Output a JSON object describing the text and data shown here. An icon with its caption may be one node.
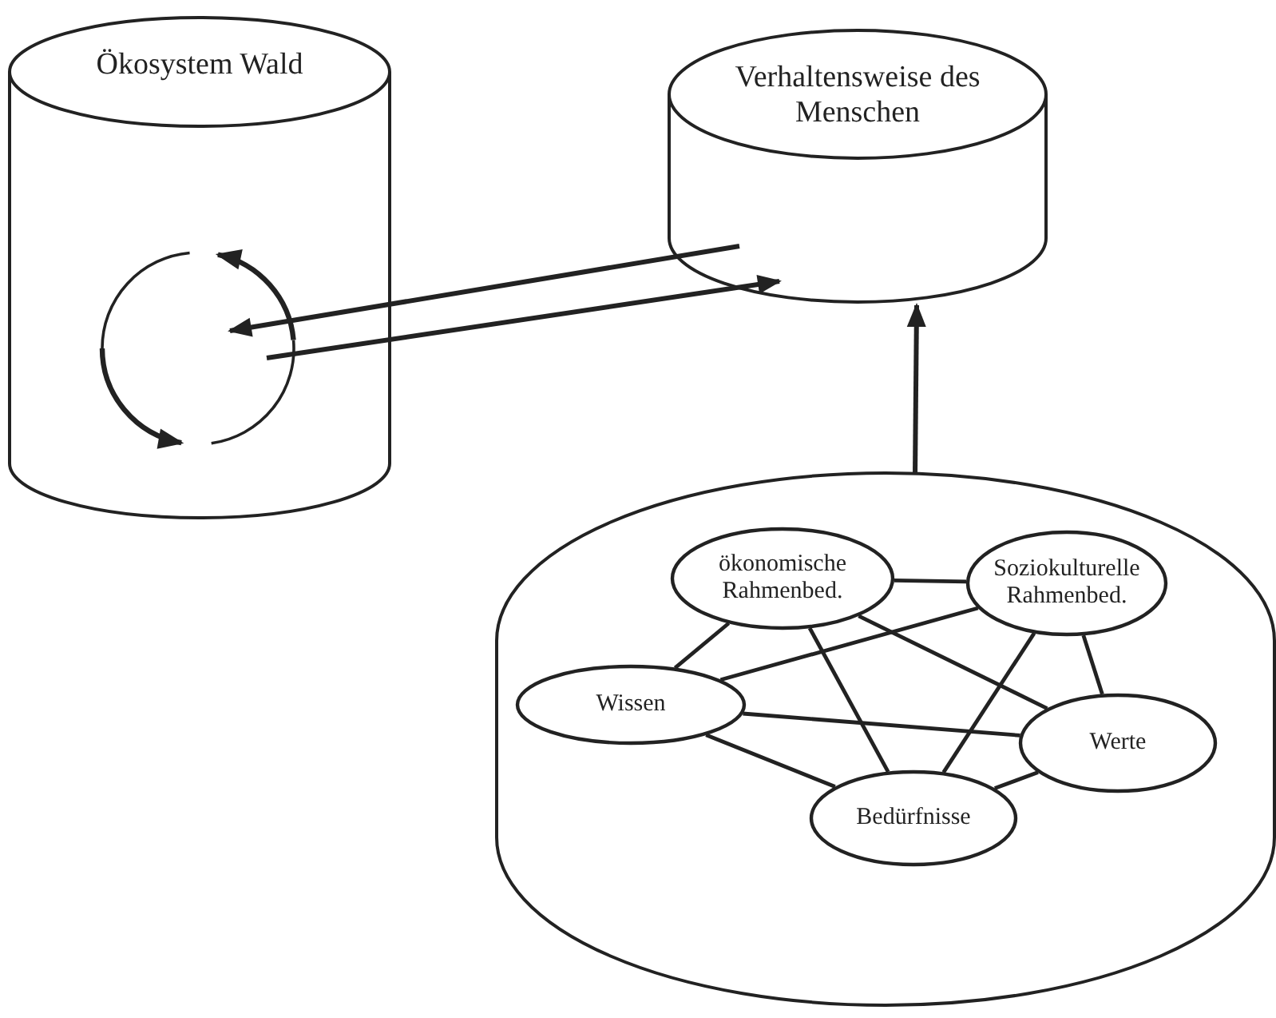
{
  "diagram": {
    "nodes": [
      {
        "text": [
          "Ökosystem Wald"
        ]
      },
      {
        "text": [],
        "shape": "circle",
        "in": 0
      },
      {
        "text": [
          "Verhaltensweise des Menschen"
        ]
      },
      {
        "text": [],
        "shape": "cylinder"
      },
      {
        "text": [
          "ökonomische Rahmenbed."
        ],
        "in": 3
      },
      {
        "text": [
          "Soziokulturelle Rahmenbed."
        ],
        "in": 3
      },
      {
        "text": [
          "Wissen"
        ],
        "in": 3
      },
      {
        "text": [
          "Werte"
        ],
        "in": 3
      },
      {
        "text": [
          "Bedürfnisse"
        ],
        "in": 3
      }
    ],
    "edges": [
      {
        "from": 2,
        "to": 1,
        "arrow": "to"
      },
      {
        "from": 1,
        "to": 2,
        "arrow": "to"
      },
      {
        "from": 3,
        "to": 2,
        "arrow": "to"
      },
      {
        "from": 4,
        "to": 5,
        "arrow": "none"
      },
      {
        "from": 4,
        "to": 6,
        "arrow": "none"
      },
      {
        "from": 4,
        "to": 8,
        "arrow": "none"
      },
      {
        "from": 4,
        "to": 7,
        "arrow": "none"
      },
      {
        "from": 5,
        "to": 6,
        "arrow": "none"
      },
      {
        "from": 5,
        "to": 8,
        "arrow": "none"
      },
      {
        "from": 5,
        "to": 7,
        "arrow": "none"
      },
      {
        "from": 6,
        "to": 7,
        "arrow": "none"
      },
      {
        "from": 6,
        "to": 8,
        "arrow": "none"
      },
      {
        "from": 7,
        "to": 8,
        "arrow": "none"
      }
    ]
  }
}
